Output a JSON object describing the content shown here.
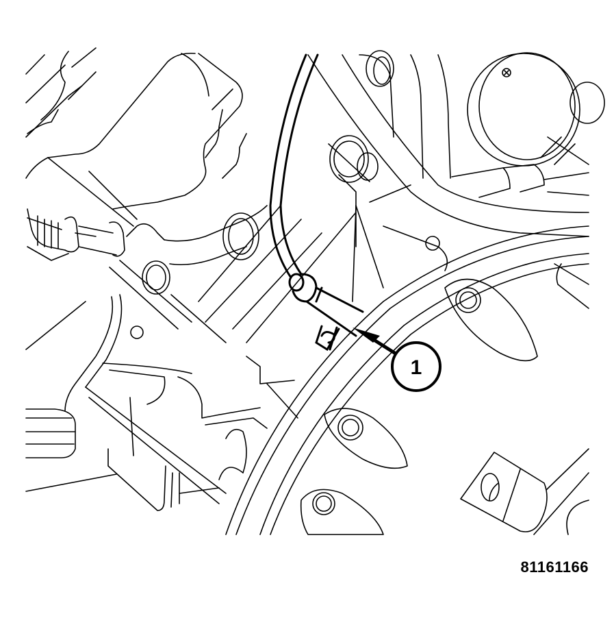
{
  "figure": {
    "type": "technical-line-illustration",
    "subject": "engine component with sensor probe and wire lead",
    "callouts": [
      {
        "number": "1",
        "label_text": "1",
        "target": "sensor probe / connector"
      }
    ],
    "figure_id": "81161166",
    "colors": {
      "line": "#000000",
      "background": "#ffffff"
    }
  }
}
